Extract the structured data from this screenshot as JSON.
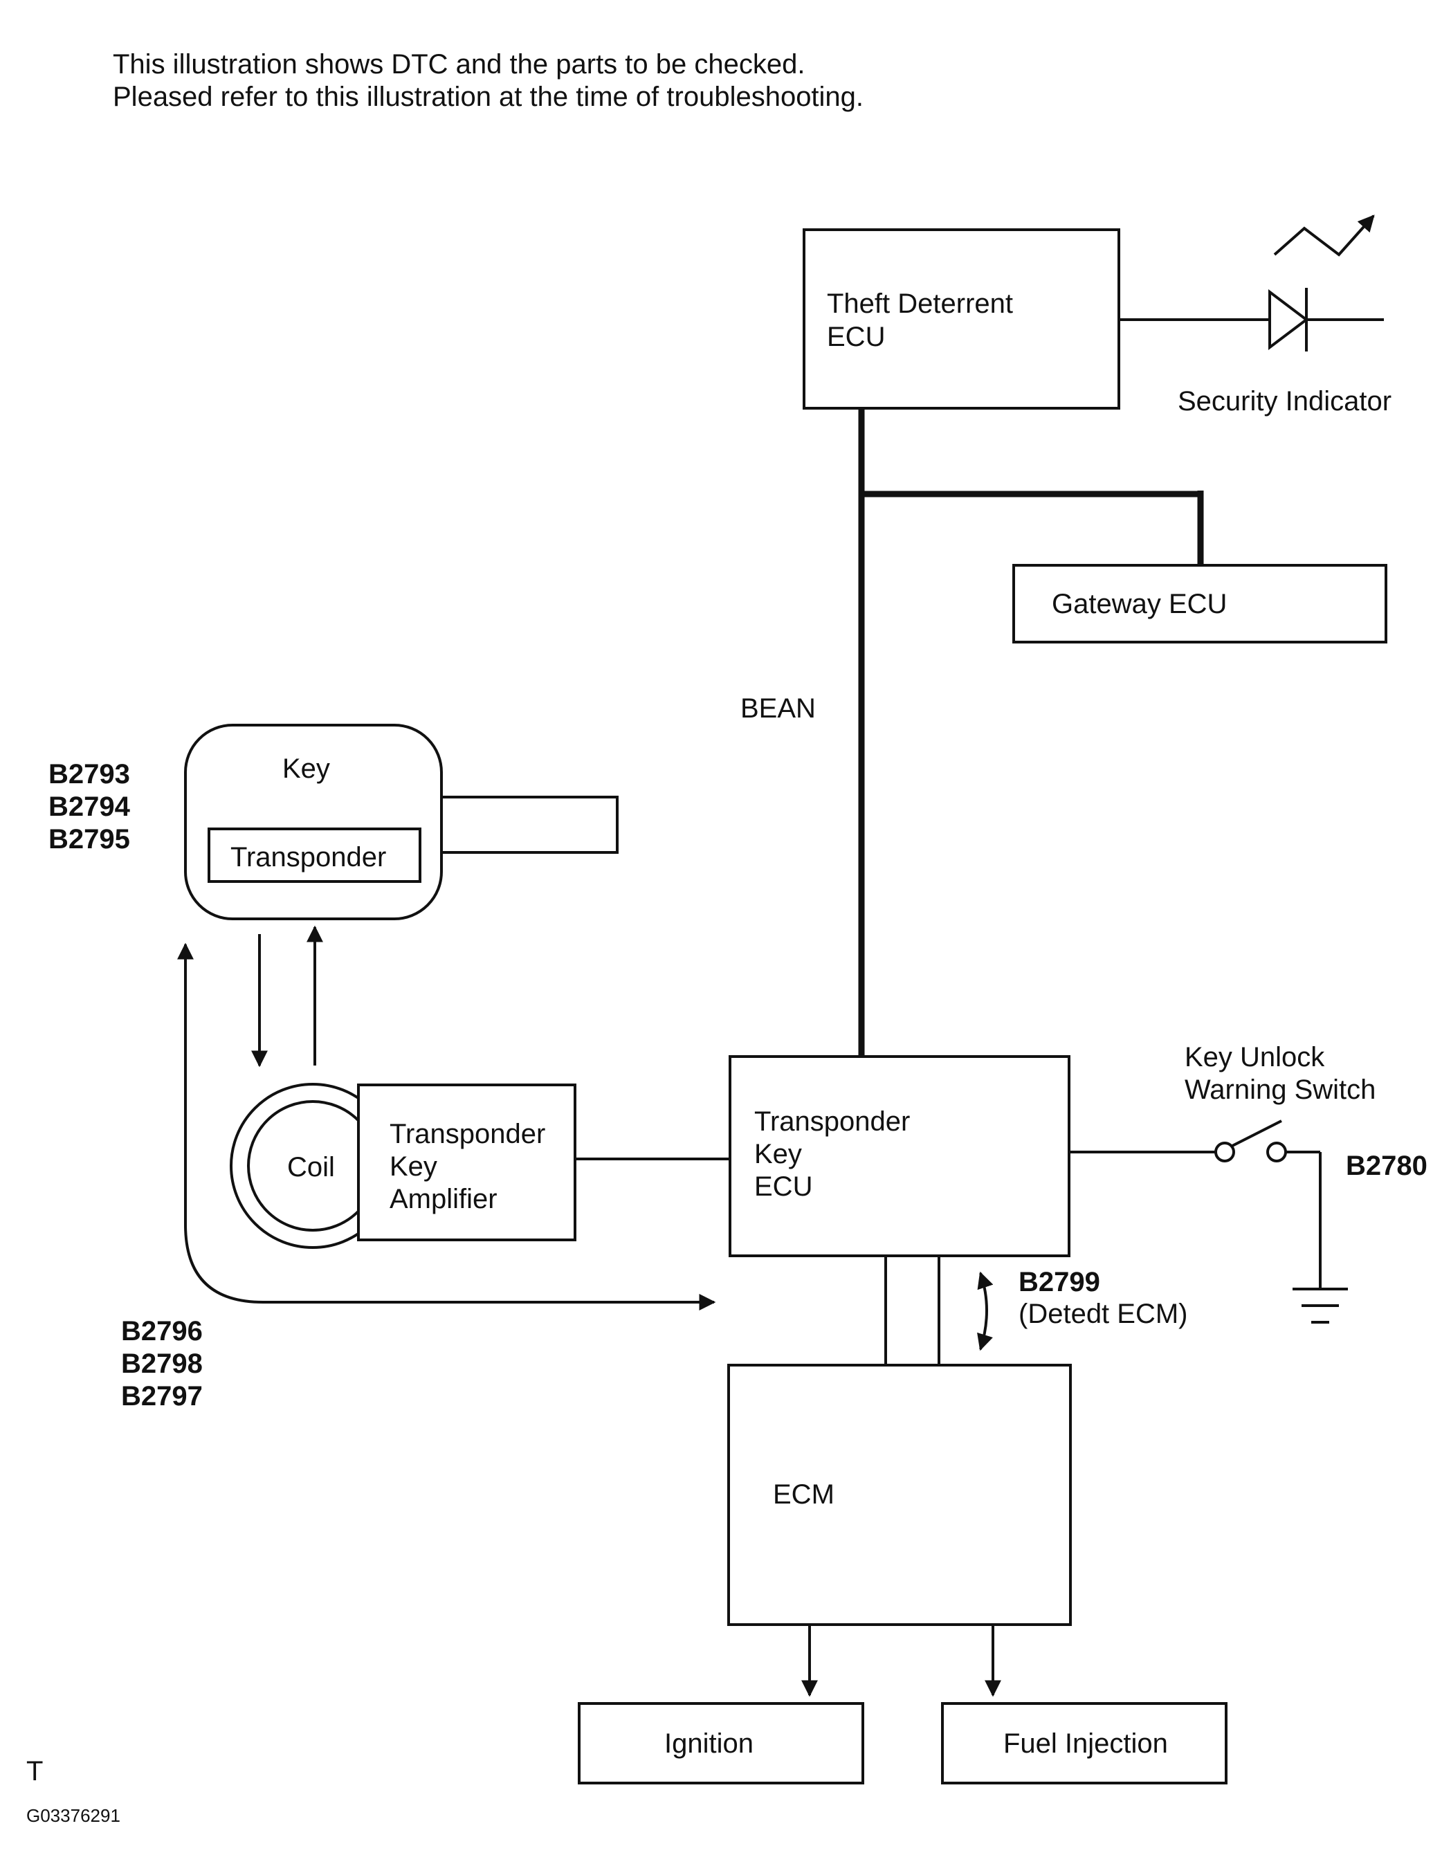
{
  "header": {
    "line1": "This illustration shows DTC and the parts to be checked.",
    "line2": "Pleased refer to this illustration at the time of troubleshooting."
  },
  "components": {
    "theft_ecu": [
      "Theft Deterrent",
      "ECU"
    ],
    "security_indicator": "Security Indicator",
    "gateway_ecu": "Gateway ECU",
    "bean": "BEAN",
    "key": "Key",
    "transponder": "Transponder",
    "coil": "Coil",
    "amplifier": [
      "Transponder",
      "Key",
      "Amplifier"
    ],
    "transponder_ecu": [
      "Transponder",
      "Key",
      "ECU"
    ],
    "key_unlock_switch": [
      "Key Unlock",
      "Warning Switch"
    ],
    "ecm": "ECM",
    "ignition": "Ignition",
    "fuel_injection": "Fuel Injection"
  },
  "dtc": {
    "key_codes": [
      "B2793",
      "B2794",
      "B2795"
    ],
    "amp_codes": [
      "B2796",
      "B2798",
      "B2797"
    ],
    "switch_code": "B2780",
    "ecm_code": "B2799",
    "ecm_note": "(Detedt ECM)"
  },
  "footer": {
    "mark": "T",
    "figure_id": "G03376291"
  }
}
